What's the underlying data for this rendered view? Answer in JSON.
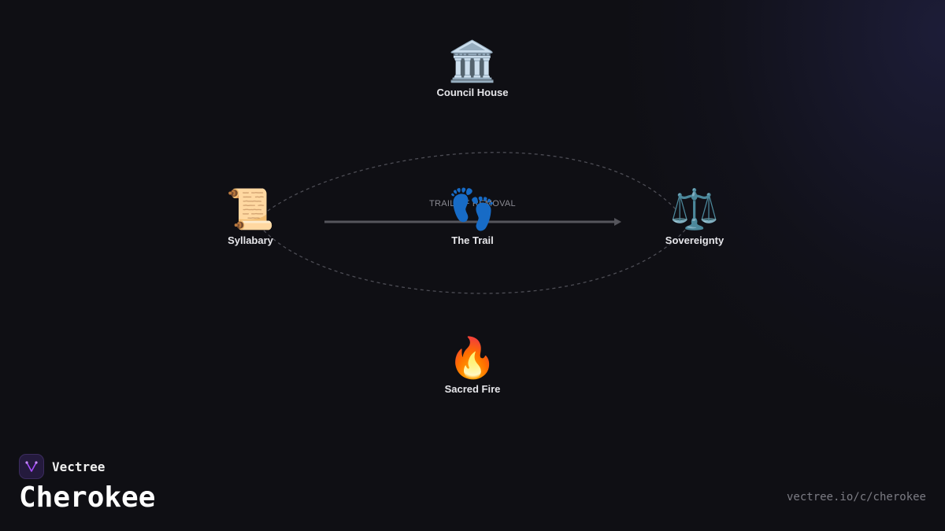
{
  "colors": {
    "background": "#0f0f14",
    "connector": "#4d4d55",
    "arrow": "#55555c",
    "label_text": "#e6e6ea",
    "edge_label_text": "#8a8a92",
    "brand_accent": "#a64dff"
  },
  "nodes": {
    "council_house": {
      "icon": "classical-building-icon",
      "emoji": "🏛️",
      "label": "Council House"
    },
    "syllabary": {
      "icon": "scroll-icon",
      "emoji": "📜",
      "label": "Syllabary"
    },
    "the_trail": {
      "icon": "footprints-icon",
      "emoji": "👣",
      "label": "The Trail"
    },
    "sovereignty": {
      "icon": "balance-scale-icon",
      "emoji": "⚖️",
      "label": "Sovereignty"
    },
    "sacred_fire": {
      "icon": "fire-icon",
      "emoji": "🔥",
      "label": "Sacred Fire"
    }
  },
  "edge": {
    "label": "TRAIL OF REMOVAL"
  },
  "brand": {
    "icon": "vectree-logo-icon",
    "name": "Vectree"
  },
  "title": "Cherokee",
  "footer": {
    "url": "vectree.io/c/cherokee"
  }
}
